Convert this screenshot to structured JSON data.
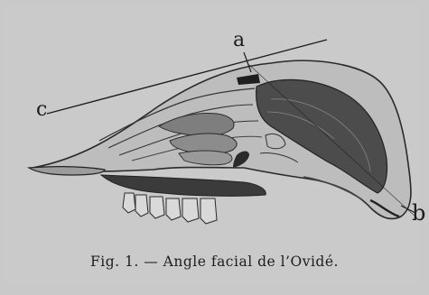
{
  "figure": {
    "labels": {
      "a": "a",
      "b": "b",
      "c": "c"
    },
    "caption": "Fig. 1. — Angle facial de l’Ovidé."
  }
}
